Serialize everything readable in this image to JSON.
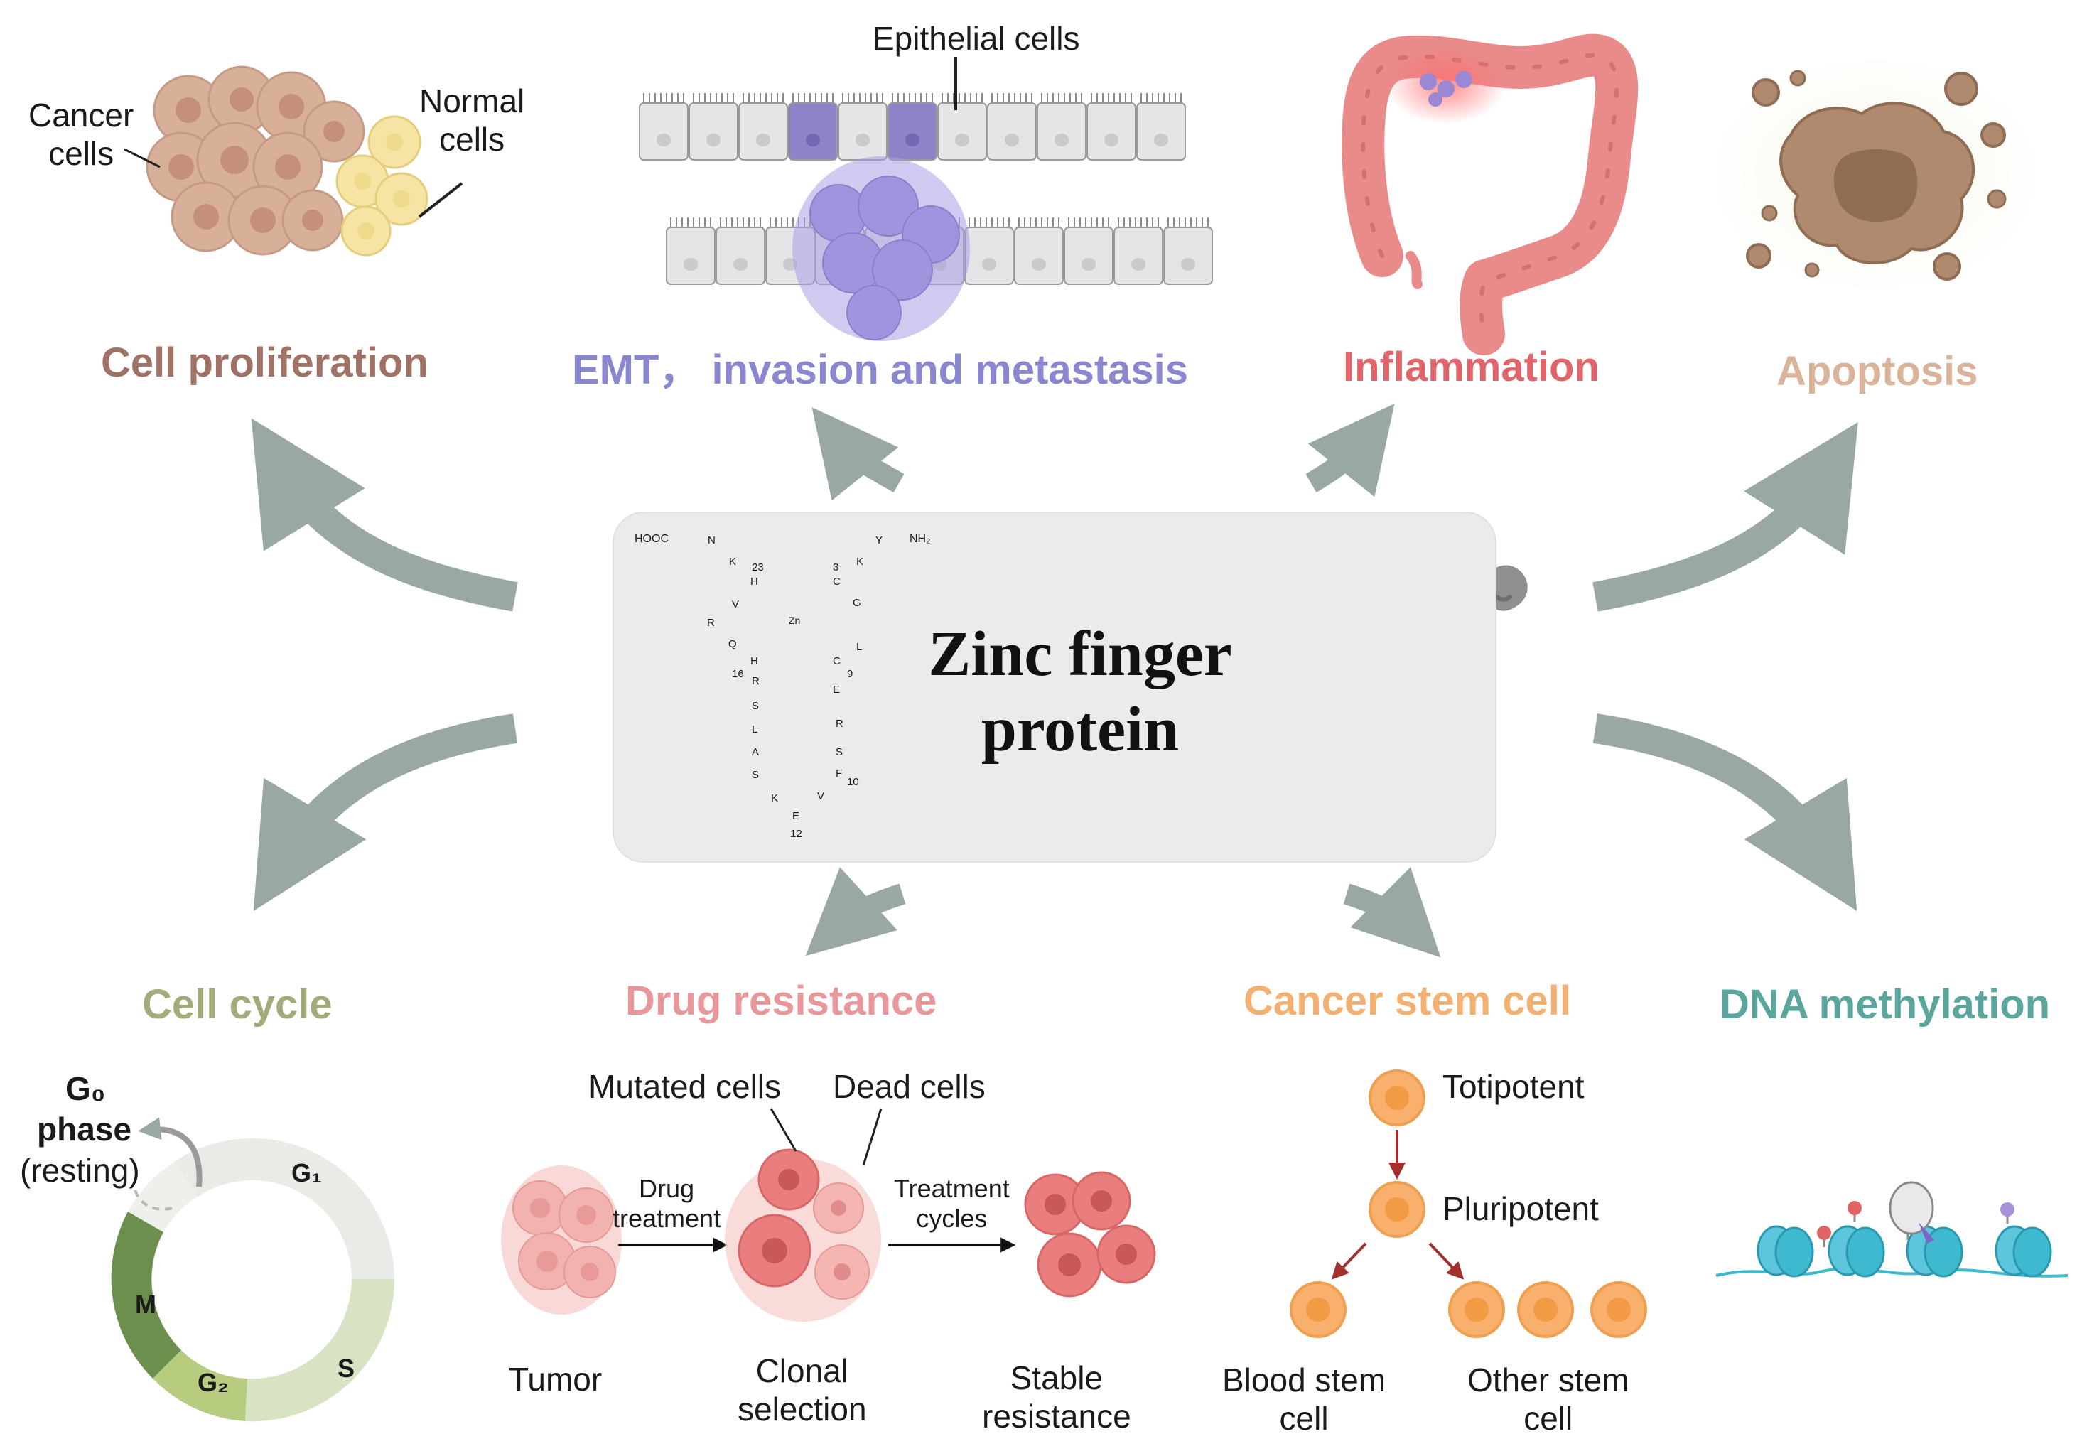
{
  "center": {
    "title_line1": "Zinc finger",
    "title_line2": "protein",
    "zn_label": "Zn",
    "sequence": {
      "hooc": "HOOC",
      "nh2": "NH₂",
      "residues_left": [
        "N",
        "K",
        "23",
        "H",
        "V",
        "R",
        "Q",
        "H",
        "16",
        "R",
        "S",
        "L",
        "A",
        "S",
        "K",
        "E",
        "12"
      ],
      "residues_right": [
        "Y",
        "K",
        "3",
        "C",
        "G",
        "L",
        "C",
        "9",
        "E",
        "R",
        "S",
        "F",
        "10",
        "V"
      ]
    }
  },
  "categories": {
    "cell_proliferation": {
      "title": "Cell proliferation",
      "color": "#a07266",
      "cancer_label": "Cancer\ncells",
      "normal_label": "Normal\ncells"
    },
    "emt": {
      "title": "EMT， invasion and metastasis",
      "color": "#8a86cf",
      "epithelial_label": "Epithelial cells"
    },
    "inflammation": {
      "title": "Inflammation",
      "color": "#e0646a"
    },
    "apoptosis": {
      "title": "Apoptosis",
      "color": "#d9b49a"
    },
    "cell_cycle": {
      "title": "Cell cycle",
      "color": "#a1ac7a",
      "g0_line1": "G₀",
      "g0_line2": "phase",
      "g0_line3": "(resting)",
      "g1": "G₁",
      "s": "S",
      "g2": "G₂",
      "m": "M"
    },
    "drug_resistance": {
      "title": "Drug resistance",
      "color": "#e8989a",
      "mutated": "Mutated cells",
      "dead": "Dead  cells",
      "drug_treatment": "Drug\ntreatment",
      "treatment_cycles": "Treatment\ncycles",
      "tumor": "Tumor",
      "clonal": "Clonal\nselection",
      "stable": "Stable\nresistance"
    },
    "cancer_stem_cell": {
      "title": "Cancer stem cell",
      "color": "#f4b070",
      "totipotent": "Totipotent",
      "pluripotent": "Pluripotent",
      "blood": "Blood stem\ncell",
      "other": "Other stem\ncell"
    },
    "dna_methylation": {
      "title": "DNA methylation",
      "color": "#5aa69c"
    }
  },
  "colors": {
    "arrow": "#9aa8a4",
    "box_bg": "#e9ebed",
    "cancer_cell": "#d8b09a",
    "normal_cell": "#f6e4a4",
    "epithelial": "#e4e5e6",
    "epithelial_highlight": "#8f82c8",
    "colon": "#e98b8b",
    "apoptotic": "#b08a6e",
    "cycle_g1": "#e9ebe6",
    "cycle_s": "#d7e3c3",
    "cycle_g2": "#b7cc7e",
    "cycle_m": "#6d8f4d",
    "stem_cell": "#f8b06c",
    "nucleosome": "#3fb9cf",
    "resistant_cell": "#ea7d7d"
  }
}
